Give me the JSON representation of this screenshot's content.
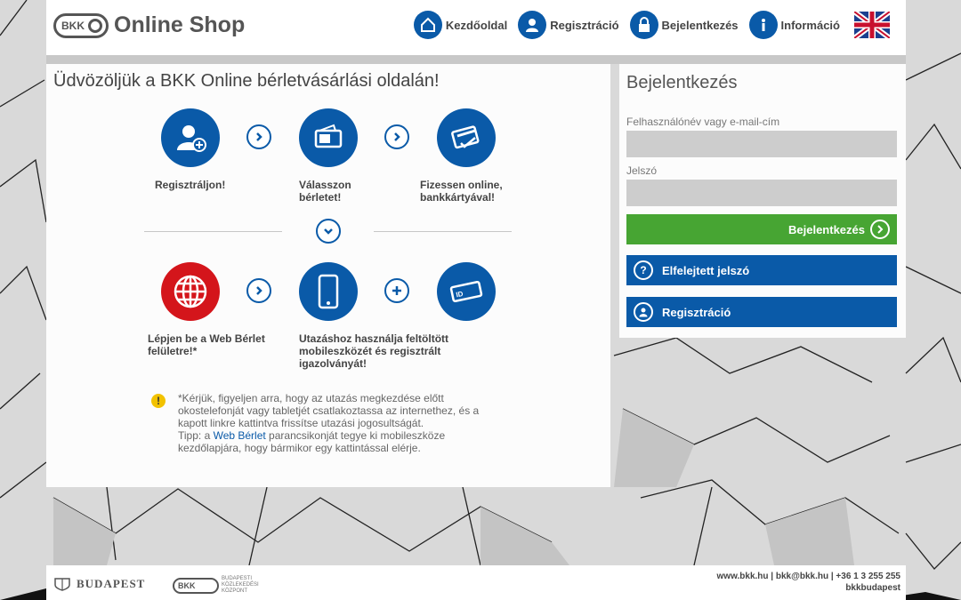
{
  "header": {
    "logo_text": "BKK",
    "title": "Online Shop",
    "nav": [
      {
        "label": "Kezdőoldal",
        "icon": "home-icon"
      },
      {
        "label": "Regisztráció",
        "icon": "user-icon"
      },
      {
        "label": "Bejelentkezés",
        "icon": "lock-icon"
      },
      {
        "label": "Információ",
        "icon": "info-icon"
      }
    ],
    "language_flag": "uk-flag-icon"
  },
  "main": {
    "title": "Üdvözöljük a BKK Online bérletvásárlási oldalán!",
    "steps": [
      {
        "label": "Regisztráljon!",
        "icon": "user-add-icon"
      },
      {
        "label": "Válasszon bérletet!",
        "icon": "wallet-icon"
      },
      {
        "label": "Fizessen online, bankkártyával!",
        "icon": "credit-card-icon"
      },
      {
        "label": "Lépjen be a Web Bérlet felületre!*",
        "icon": "globe-icon"
      },
      {
        "label": "Utazáshoz használja feltöltött mobileszközét és regisztrált igazolványát!",
        "icon": "smartphone-icon"
      },
      {
        "label": "",
        "icon": "id-card-icon"
      }
    ],
    "notice": {
      "line1": "*Kérjük, figyeljen arra, hogy az utazás megkezdése előtt okostelefonját vagy tabletjét csatlakoztassa az internethez, és a kapott linkre kattintva frissítse utazási jogosultságát.",
      "tip_prefix": "Tipp: a ",
      "tip_link": "Web Bérlet",
      "tip_suffix": " parancsikonját tegye ki mobileszköze kezdőlapjára, hogy bármikor egy kattintással elérje."
    }
  },
  "login": {
    "title": "Bejelentkezés",
    "username_label": "Felhasználónév vagy e-mail-cím",
    "username_value": "",
    "password_label": "Jelszó",
    "password_value": "",
    "login_button": "Bejelentkezés",
    "forgot_button": "Elfelejtett jelszó",
    "register_button": "Regisztráció"
  },
  "footer": {
    "city_logo": "BUDAPEST",
    "bkk_logo": "BKK",
    "bkk_sub": "BUDAPESTI KÖZLEKEDÉSI KÖZPONT",
    "contact_line1": "www.bkk.hu | bkk@bkk.hu | +36 1 3 255 255",
    "contact_line2": "bkkbudapest"
  },
  "colors": {
    "accent_blue": "#0a5aa8",
    "green": "#47a533",
    "red": "#d4151b",
    "warning_yellow": "#f2c200"
  }
}
